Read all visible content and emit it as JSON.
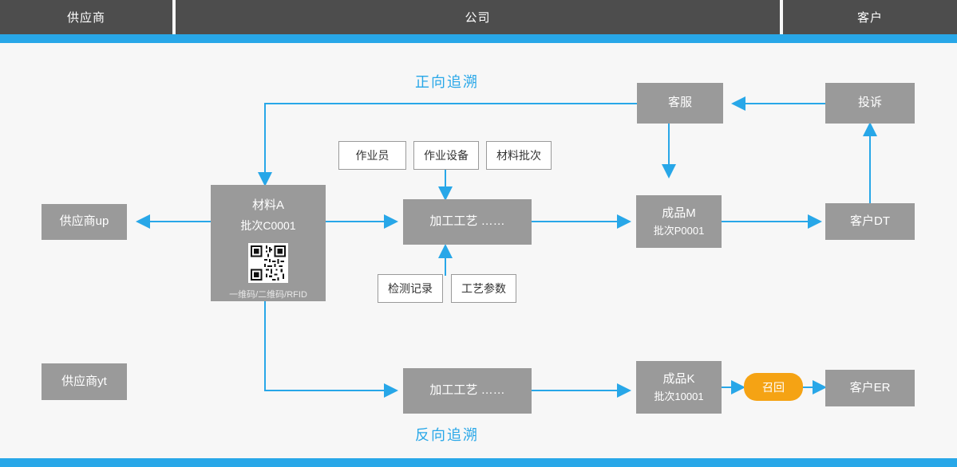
{
  "header": {
    "supplier": "供应商",
    "company": "公司",
    "customer": "客户"
  },
  "labels": {
    "forward": "正向追溯",
    "reverse": "反向追溯"
  },
  "nodes": {
    "supplier_up": "供应商up",
    "supplier_yt": "供应商yt",
    "material": {
      "title": "材料A",
      "batch": "批次C0001",
      "codes": "一维码/二维码/RFID",
      "qr_alt": "qr-code"
    },
    "process_top": "加工工艺  ……",
    "process_bottom": "加工工艺  ……",
    "product_m": {
      "title": "成品M",
      "batch": "批次P0001"
    },
    "product_k": {
      "title": "成品K",
      "batch": "批次10001"
    },
    "customer_dt": "客户DT",
    "customer_er": "客户ER",
    "service": "客服",
    "complaint": "投诉",
    "recall": "召回"
  },
  "attrs": {
    "operator": "作业员",
    "equipment": "作业设备",
    "material_batch": "材料批次",
    "inspection": "检测记录",
    "parameters": "工艺参数"
  },
  "colors": {
    "accent": "#28a7e8",
    "node": "#9a9a9a",
    "header": "#4d4d4d",
    "recall": "#f5a314"
  }
}
